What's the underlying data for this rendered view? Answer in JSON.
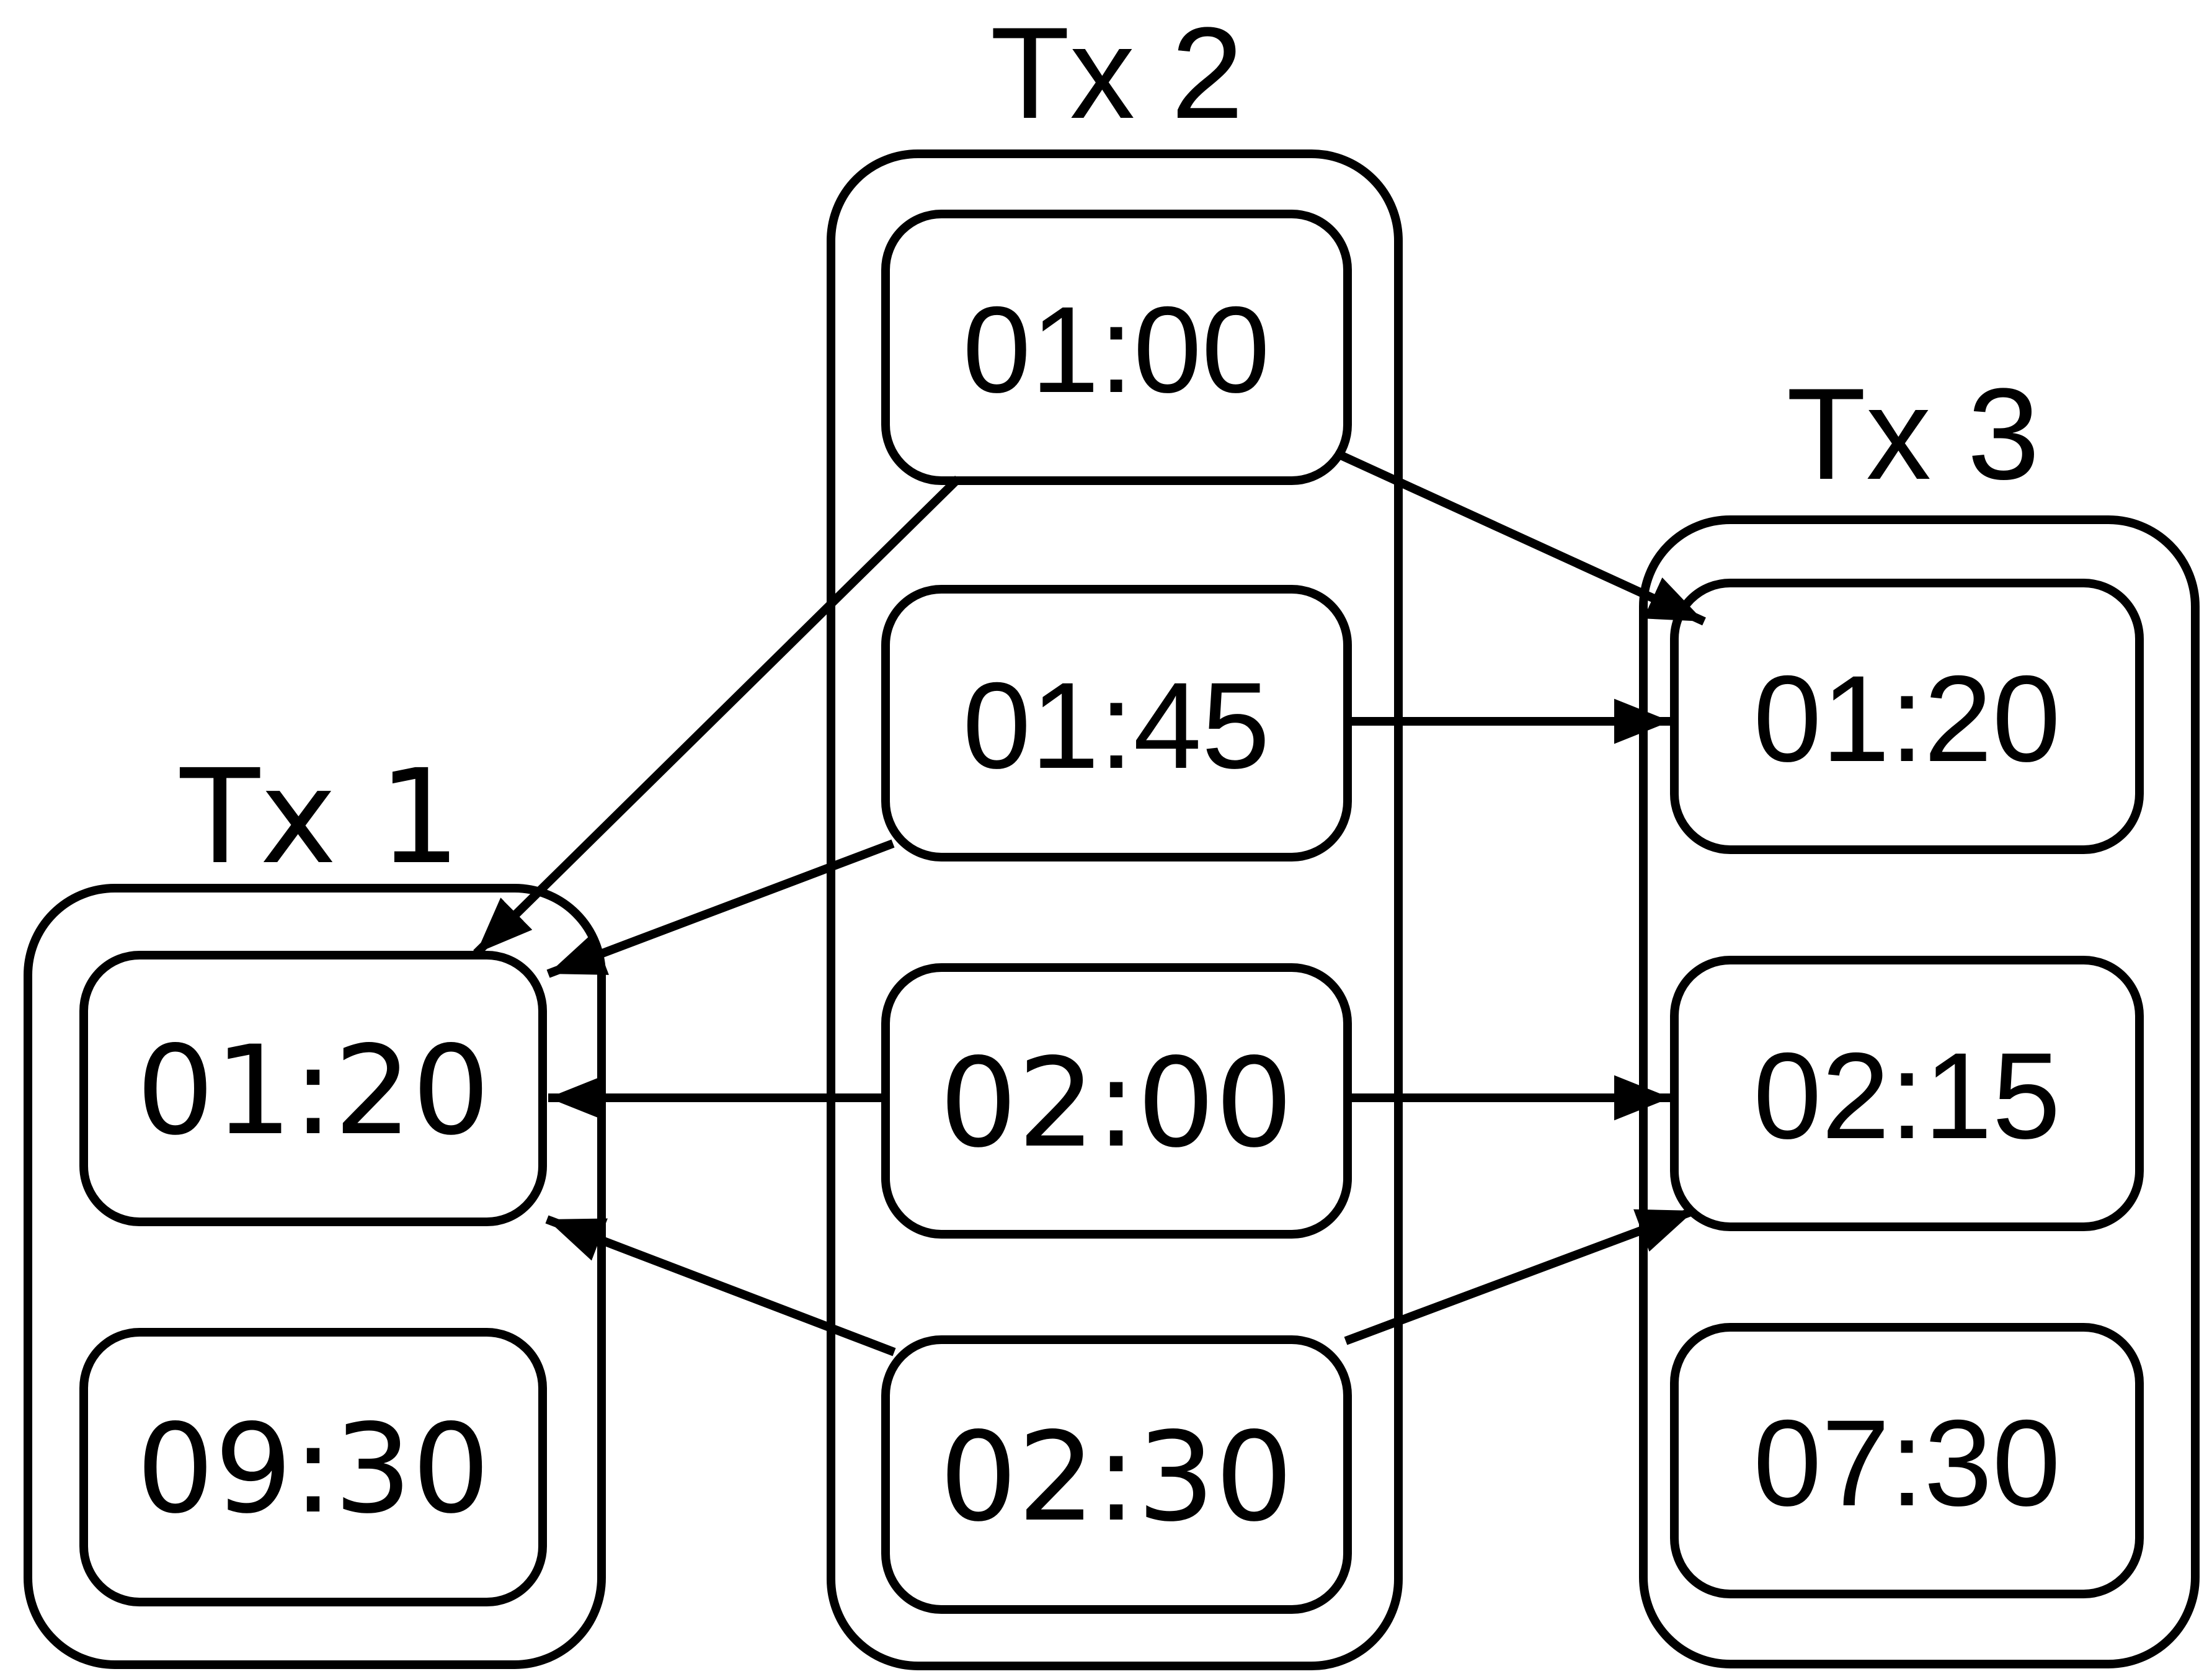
{
  "diagram": {
    "colors": {
      "stroke": "#000000",
      "background": "#ffffff"
    },
    "groups": [
      {
        "id": "tx1",
        "label": "Tx 1",
        "nodes": [
          {
            "id": "tx1-0120",
            "label": "01:20"
          },
          {
            "id": "tx1-0930",
            "label": "09:30"
          }
        ]
      },
      {
        "id": "tx2",
        "label": "Tx 2",
        "nodes": [
          {
            "id": "tx2-0100",
            "label": "01:00"
          },
          {
            "id": "tx2-0145",
            "label": "01:45"
          },
          {
            "id": "tx2-0200",
            "label": "02:00"
          },
          {
            "id": "tx2-0230",
            "label": "02:30"
          }
        ]
      },
      {
        "id": "tx3",
        "label": "Tx 3",
        "nodes": [
          {
            "id": "tx3-0120",
            "label": "01:20"
          },
          {
            "id": "tx3-0215",
            "label": "02:15"
          },
          {
            "id": "tx3-0730",
            "label": "07:30"
          }
        ]
      }
    ],
    "edges": [
      {
        "from": "tx2-0100",
        "to": "tx1-0120"
      },
      {
        "from": "tx2-0100",
        "to": "tx3-0120"
      },
      {
        "from": "tx2-0145",
        "to": "tx1-0120"
      },
      {
        "from": "tx2-0145",
        "to": "tx3-0120"
      },
      {
        "from": "tx2-0200",
        "to": "tx1-0120"
      },
      {
        "from": "tx2-0200",
        "to": "tx3-0215"
      },
      {
        "from": "tx2-0230",
        "to": "tx1-0120"
      },
      {
        "from": "tx2-0230",
        "to": "tx3-0215"
      }
    ]
  }
}
